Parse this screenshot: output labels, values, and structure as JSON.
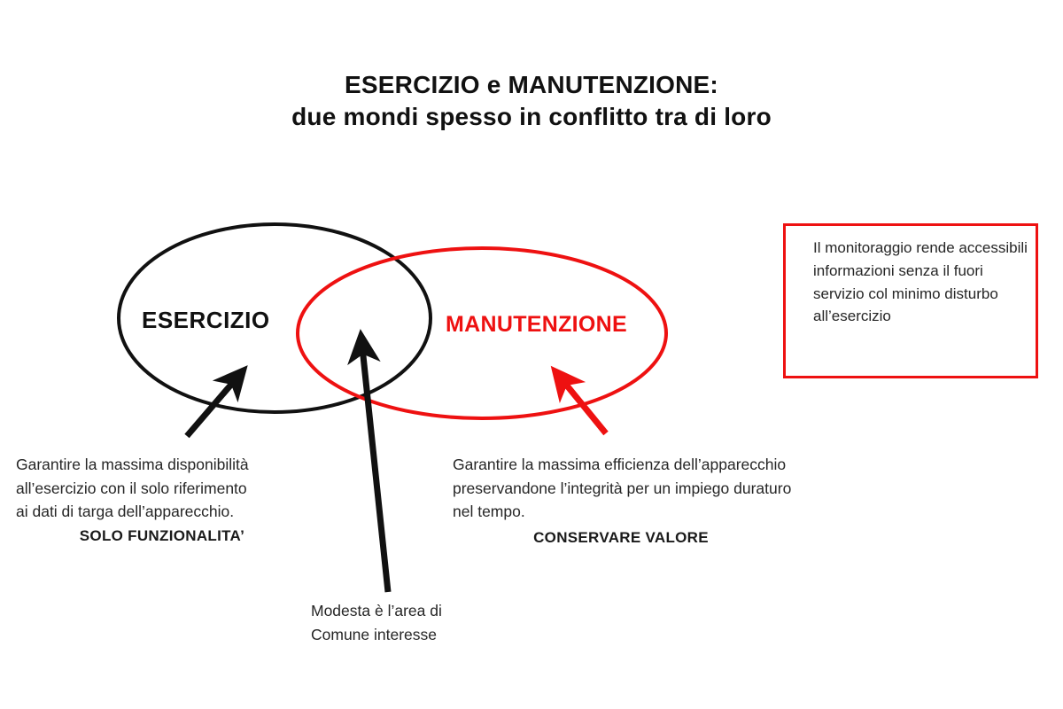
{
  "slide": {
    "background_color": "#ffffff",
    "title": {
      "line1": "ESERCIZIO e MANUTENZIONE:",
      "line2": "due mondi spesso in conflitto tra di loro"
    }
  },
  "colors": {
    "red": "#ee1111",
    "black": "#111111",
    "text": "#262626"
  },
  "venn": {
    "left_ellipse": {
      "label": "ESERCIZIO",
      "color": "#111111"
    },
    "right_ellipse": {
      "label": "MANUTENZIONE",
      "color": "#ee1111"
    }
  },
  "callout": {
    "text": "Il monitoraggio rende accessibili informazioni senza il fuori servizio col minimo disturbo all’esercizio",
    "border_color": "#ee1111"
  },
  "captions": {
    "left": {
      "body": "Garantire la massima disponibilità\nall’esercizio con il solo riferimento\nai dati di targa dell’apparecchio.",
      "emphasis": "SOLO FUNZIONALITA’"
    },
    "right": {
      "body": "Garantire la massima efficienza dell’apparecchio\npreservandone l’integrità per un impiego duraturo\nnel tempo.",
      "emphasis": "CONSERVARE VALORE"
    },
    "center": {
      "body": "Modesta è l’area di\nComune interesse"
    }
  },
  "arrows": [
    {
      "name": "arrow-to-esercizio",
      "color": "#111111"
    },
    {
      "name": "arrow-to-intersection",
      "color": "#111111"
    },
    {
      "name": "arrow-to-manutenzione",
      "color": "#ee1111"
    }
  ]
}
